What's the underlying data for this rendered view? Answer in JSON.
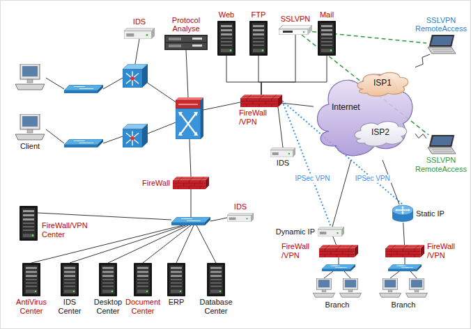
{
  "diagram": {
    "nodes": [
      {
        "text": [
          "IDS"
        ]
      },
      {
        "text": [
          "Protocol Analyse"
        ]
      },
      {
        "text": [
          "Web"
        ]
      },
      {
        "text": [
          "FTP"
        ]
      },
      {
        "text": [
          "SSLVPN"
        ]
      },
      {
        "text": [
          "Mail"
        ]
      },
      {
        "text": [
          "SSLVPN",
          "RemoteAccess"
        ]
      },
      {
        "text": [
          "Internet"
        ]
      },
      {
        "text": [
          "ISP1"
        ],
        "in": 7
      },
      {
        "text": [
          "ISP2"
        ],
        "in": 7
      },
      {
        "text": [
          "Client"
        ]
      },
      {
        "text": [
          "FireWall /VPN"
        ]
      },
      {
        "text": [
          "IDS"
        ]
      },
      {
        "text": [
          "SSLVPN",
          "RemoteAccess"
        ]
      },
      {
        "text": [
          "FireWall"
        ]
      },
      {
        "text": [
          "IDS"
        ]
      },
      {
        "text": [
          "FireWall/VPN Center"
        ]
      },
      {
        "text": [
          "AntiVirus Center"
        ]
      },
      {
        "text": [
          "IDS Center"
        ]
      },
      {
        "text": [
          "Desktop Center"
        ]
      },
      {
        "text": [
          "Document Center"
        ]
      },
      {
        "text": [
          "ERP"
        ]
      },
      {
        "text": [
          "Database Center"
        ]
      },
      {
        "text": [
          "Dynamic IP"
        ]
      },
      {
        "text": [
          "Static IP"
        ]
      },
      {
        "text": [
          "FireWall /VPN"
        ]
      },
      {
        "text": [
          "FireWall /VPN"
        ]
      },
      {
        "text": [
          "Branch"
        ]
      },
      {
        "text": [
          "Branch"
        ]
      }
    ],
    "edges": [
      {
        "from": 2,
        "to": 11,
        "arrow": "none"
      },
      {
        "from": 3,
        "to": 11,
        "arrow": "none"
      },
      {
        "from": 4,
        "to": 11,
        "arrow": "none"
      },
      {
        "from": 5,
        "to": 11,
        "arrow": "none"
      },
      {
        "from": 11,
        "to": 12,
        "arrow": "none"
      },
      {
        "from": 11,
        "to": 7,
        "arrow": "none"
      },
      {
        "from": 4,
        "to": 6,
        "arrow": "none"
      },
      {
        "from": 4,
        "to": 13,
        "arrow": "none"
      },
      {
        "from": 6,
        "to": 7,
        "arrow": "none"
      },
      {
        "from": 13,
        "to": 7,
        "arrow": "none"
      },
      {
        "from": 11,
        "to": 23,
        "label": "IPSec VPN",
        "arrow": "none"
      },
      {
        "from": 11,
        "to": 24,
        "label": "IPSec VPN",
        "arrow": "none"
      },
      {
        "from": 7,
        "to": 23,
        "arrow": "none"
      },
      {
        "from": 7,
        "to": 24,
        "arrow": "none"
      },
      {
        "from": 23,
        "to": 25,
        "arrow": "none"
      },
      {
        "from": 24,
        "to": 26,
        "arrow": "none"
      }
    ]
  }
}
